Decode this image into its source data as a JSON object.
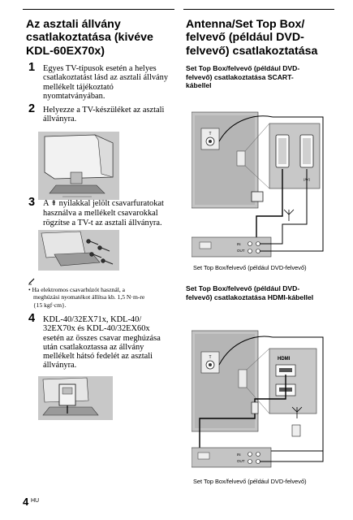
{
  "left": {
    "heading_lines": [
      "Az asztali állvány",
      "csatlakoztatása (kivéve",
      "KDL-60EX70x)"
    ],
    "steps": [
      {
        "num": "1",
        "lines": [
          "Egyes TV-típusok esetén a helyes",
          "csatlakoztatást lásd az asztali állvány",
          "mellékelt tájékoztató",
          "nyomtatványában."
        ]
      },
      {
        "num": "2",
        "lines": [
          "Helyezze a TV-készüléket az asztali",
          "állványra."
        ]
      },
      {
        "num": "3",
        "line1_pre": "A ",
        "arrow": "⇞",
        "line1_post": " nyilakkal jelölt csavarfuratokat",
        "lines": [
          "használva a mellékelt csavarokkal",
          "rögzítse a TV-t az asztali állványra."
        ]
      },
      {
        "num": "4",
        "lines": [
          "KDL-40/32EX71x, KDL-40/",
          "32EX70x és KDL-40/32EX60x",
          "esetén az összes csavar meghúzása",
          "után csatlakoztassa az állvány",
          "mellékelt hátsó fedelét az asztali",
          "állványra."
        ]
      }
    ],
    "note_icon": "note-pencil-icon",
    "note_lines": [
      "• Ha elektromos csavarhúzót használ, a",
      "  meghúzási nyomatékot állítsa kb. 1,5 N·m-re",
      "  {15 kgf·cm}."
    ]
  },
  "right": {
    "heading_lines": [
      "Antenna/Set Top Box/",
      "felvevő (például DVD-",
      "felvevő) csatlakoztatása"
    ],
    "scart": {
      "title_lines": [
        "Set Top Box/felvevő (például DVD-",
        "felvevő) csatlakoztatása SCART-",
        "kábellel"
      ],
      "caption": "Set Top Box/felvevő (például DVD-felvevő)"
    },
    "hdmi": {
      "title_lines": [
        "Set Top Box/felvevő (például DVD-",
        "felvevő) csatlakoztatása HDMI-kábellel"
      ],
      "caption": "Set Top Box/felvevő (például DVD-felvevő)",
      "port_label": "HDMI"
    },
    "device_in": "IN",
    "device_out": "OUT"
  },
  "footer": {
    "page_number": "4",
    "lang": "HU"
  }
}
